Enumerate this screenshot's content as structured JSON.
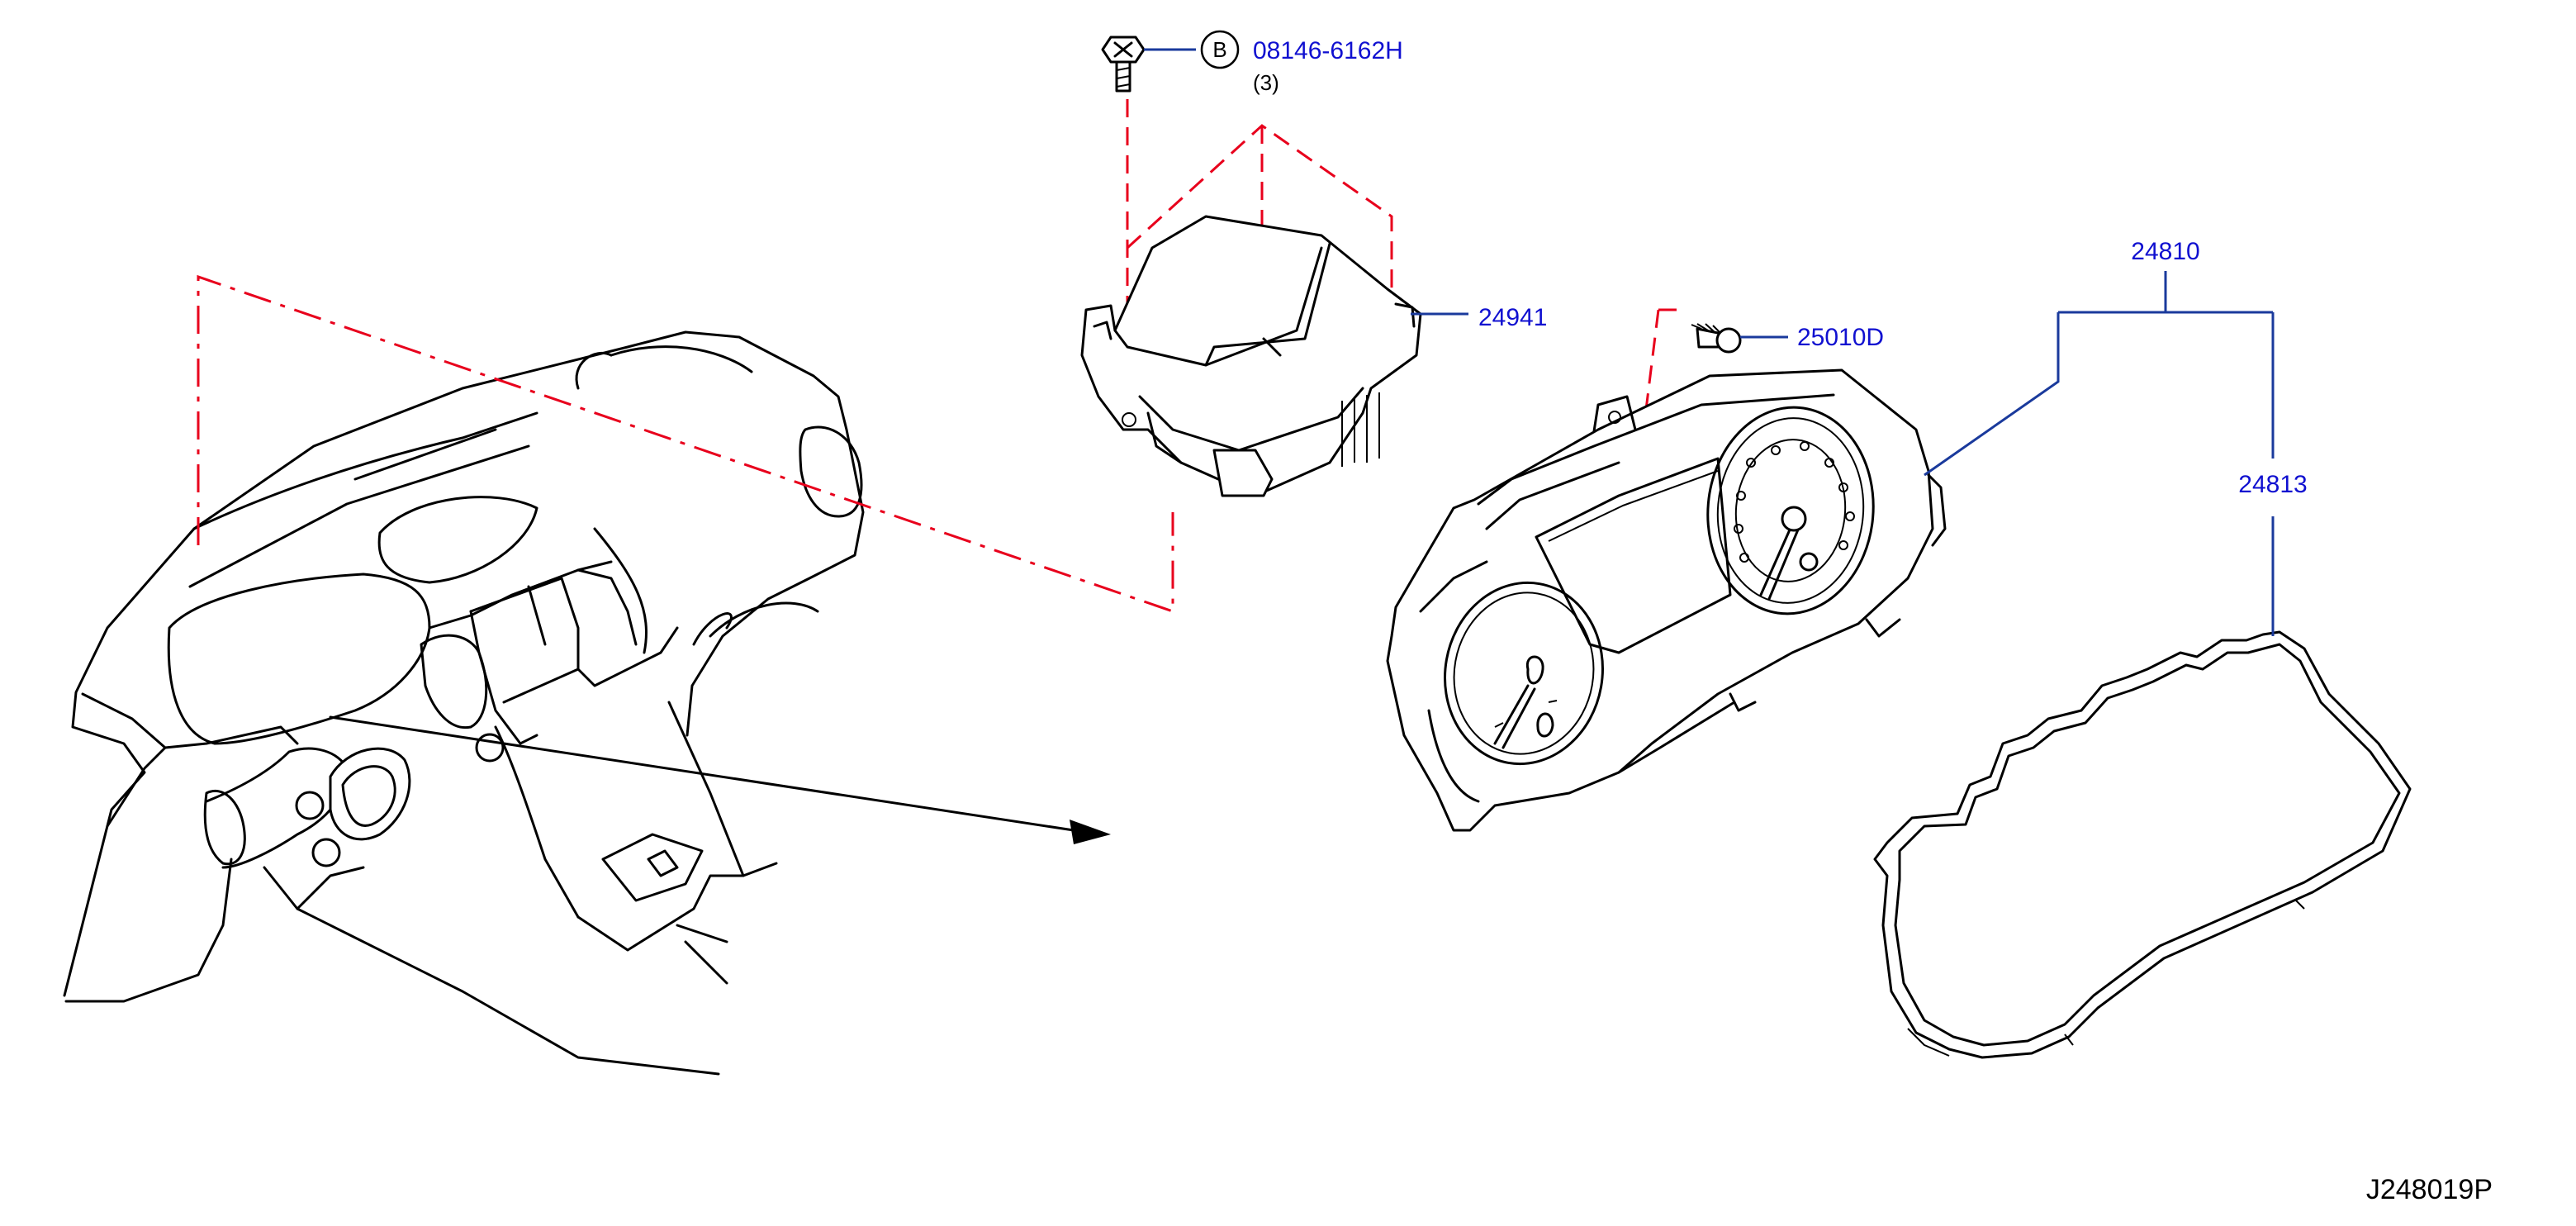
{
  "callouts": {
    "bolt_circle_letter": "B",
    "bolt_part": "08146-6162H",
    "bolt_qty": "(3)",
    "unit_24941": "24941",
    "screw_25010d": "25010D",
    "assembly_24810": "24810",
    "lens_24813": "24813"
  },
  "diagram_code": "J248019P",
  "colors": {
    "hidden_line": "#e8001c",
    "part_number": "#1010d0",
    "leader": "#1a3a9c"
  }
}
